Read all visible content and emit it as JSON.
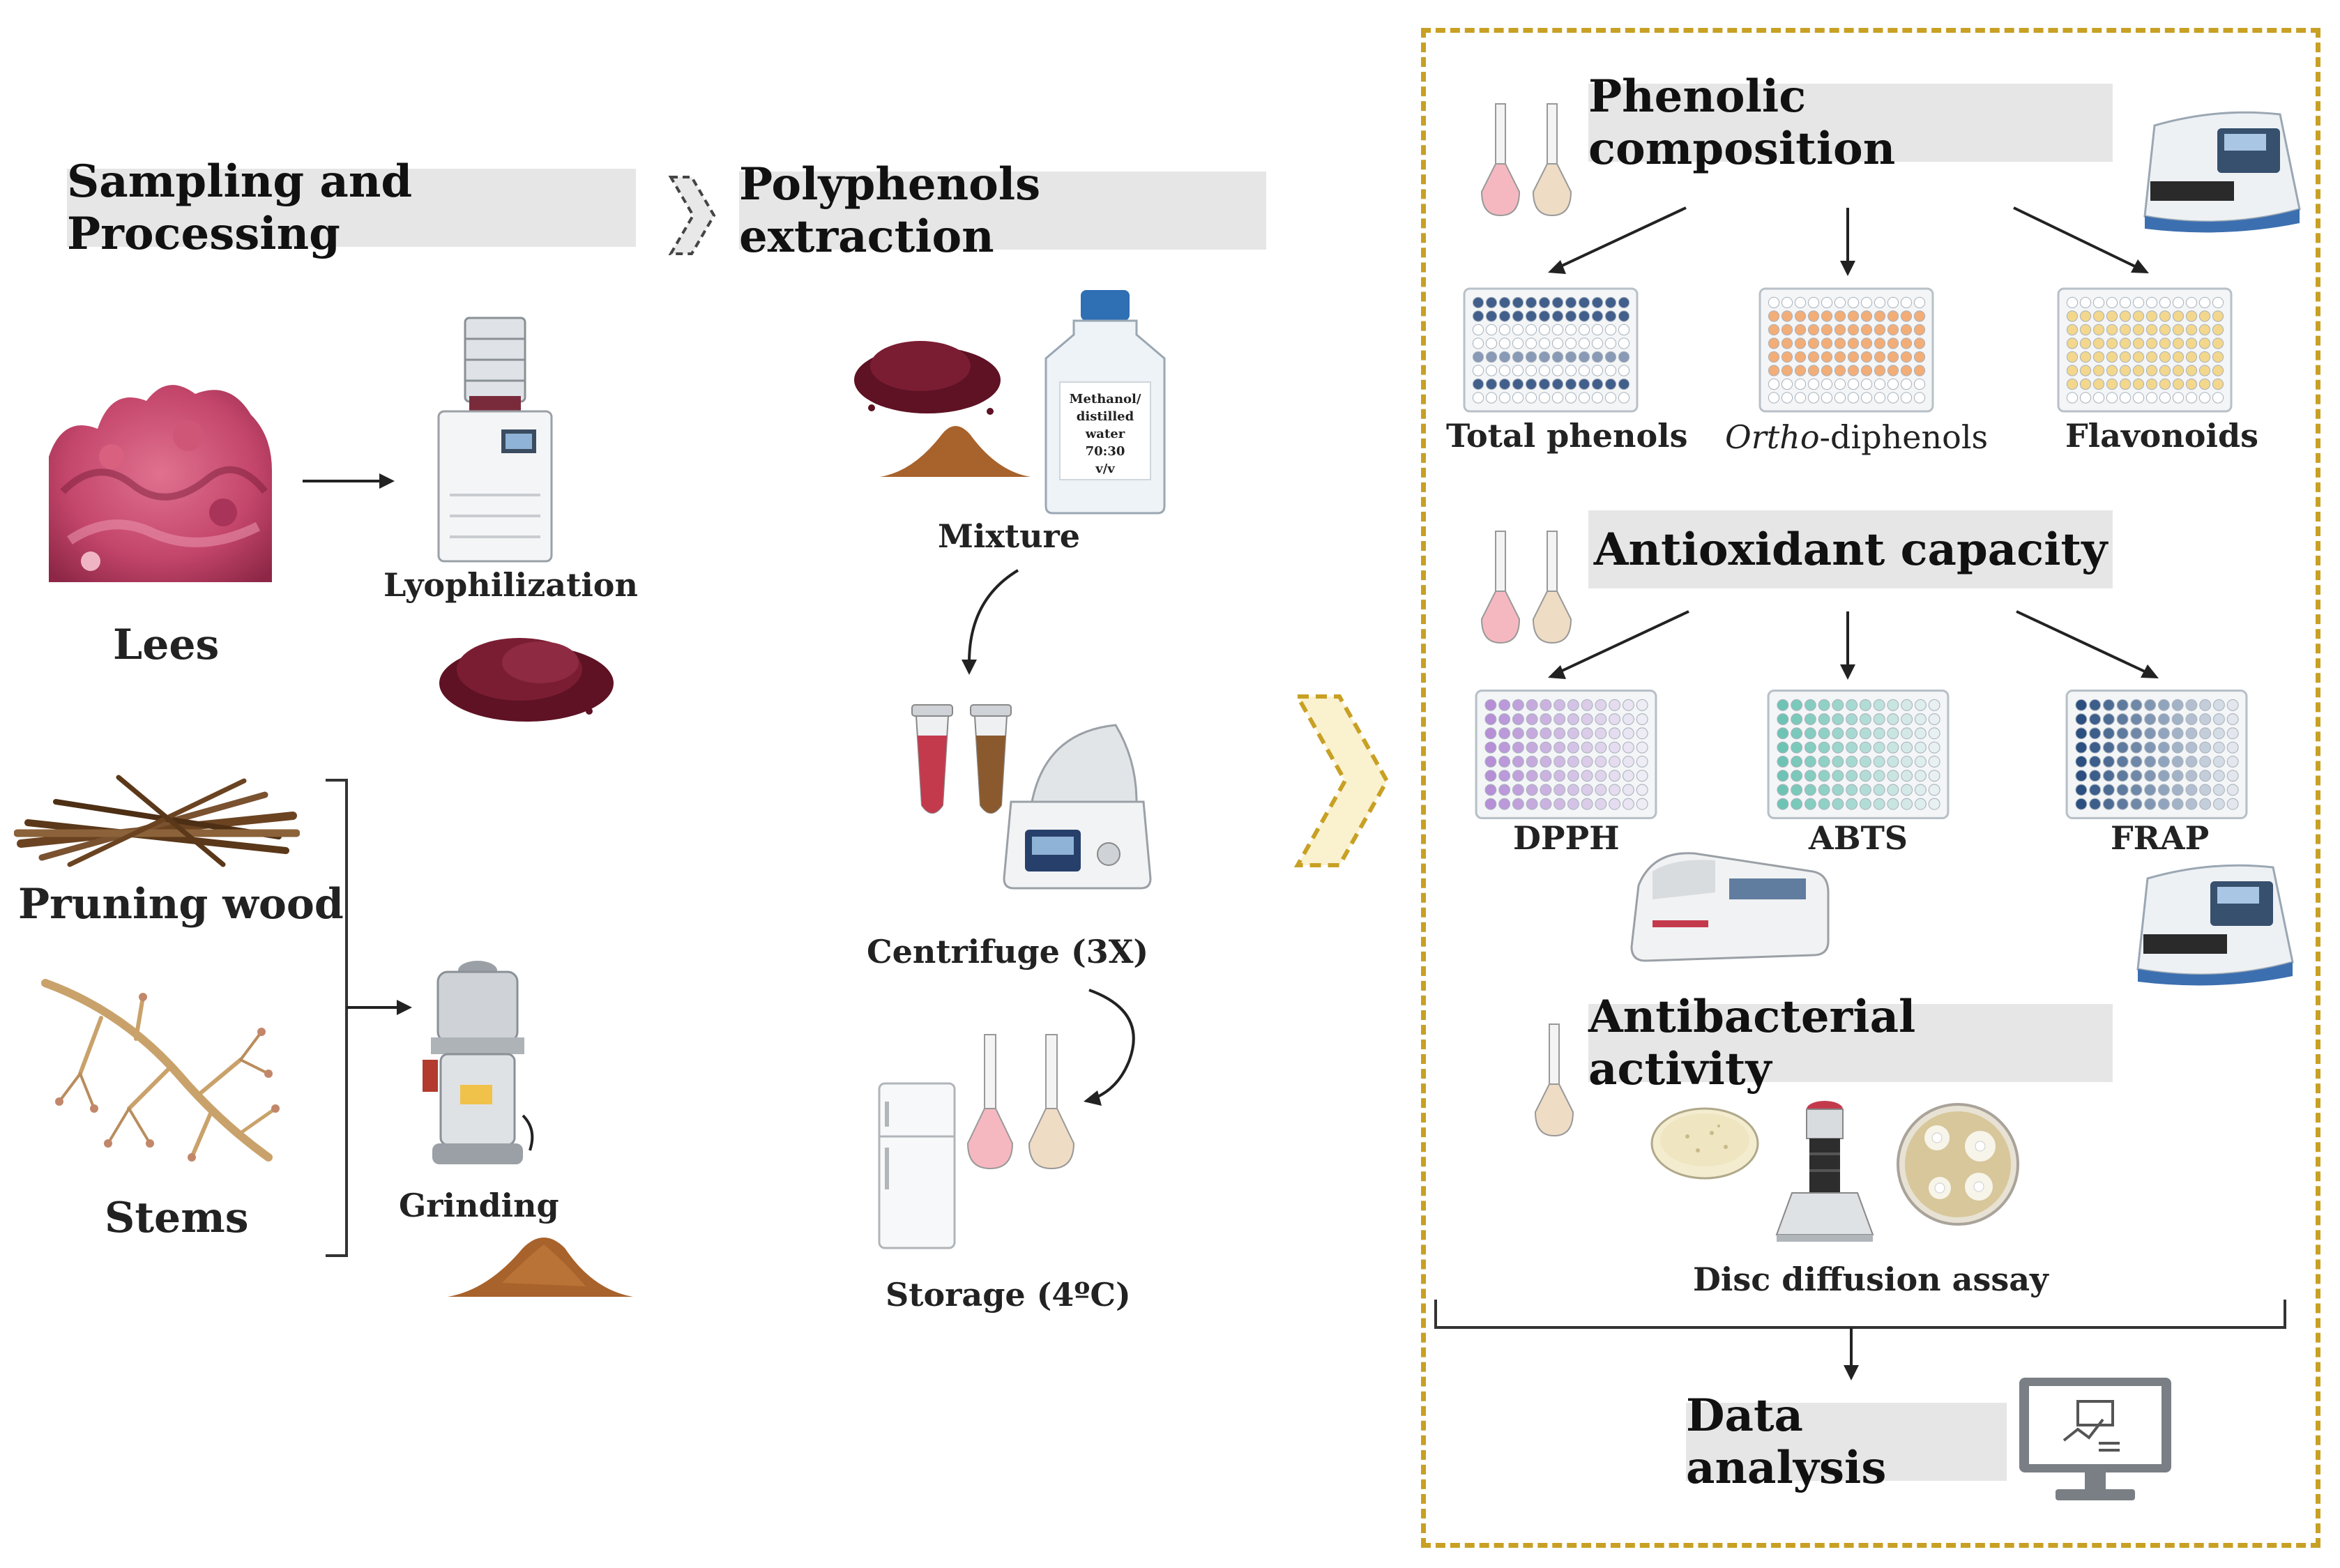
{
  "sections": {
    "sampling": "Sampling and Processing",
    "extraction": "Polyphenols extraction",
    "phenolic": "Phenolic composition",
    "antioxidant": "Antioxidant capacity",
    "antibacterial": "Antibacterial activity",
    "data_analysis": "Data analysis"
  },
  "samples": {
    "lees": "Lees",
    "pruning_wood": "Pruning wood",
    "stems": "Stems"
  },
  "processing": {
    "lyophilization": "Lyophilization",
    "grinding": "Grinding"
  },
  "extraction_steps": {
    "mixture": "Mixture",
    "bottle_label": [
      "Methanol/",
      "distilled",
      "water",
      "70:30",
      "v/v"
    ],
    "centrifuge": "Centrifuge (3X)",
    "storage": "Storage (4ºC)"
  },
  "phenolic_assays": {
    "total_phenols": "Total phenols",
    "ortho_prefix": "Ortho",
    "ortho_suffix": "-diphenols",
    "flavonoids": "Flavonoids"
  },
  "antioxidant_assays": {
    "dpph": "DPPH",
    "abts": "ABTS",
    "frap": "FRAP"
  },
  "antibacterial_assay": "Disc diffusion assay",
  "colors": {
    "frame": "#c8a023",
    "title_bg": "#e6e6e6",
    "lees": "#c4466b",
    "powder_dark": "#6a1628",
    "powder_brown": "#a8622b",
    "plate_total": "#2f4f7f",
    "plate_ortho": "#f2a060",
    "plate_flav": "#f2cf70",
    "plate_dpph": "#b68fd6",
    "plate_abts": "#6ec4b4",
    "plate_frap": "#2b4f80"
  }
}
